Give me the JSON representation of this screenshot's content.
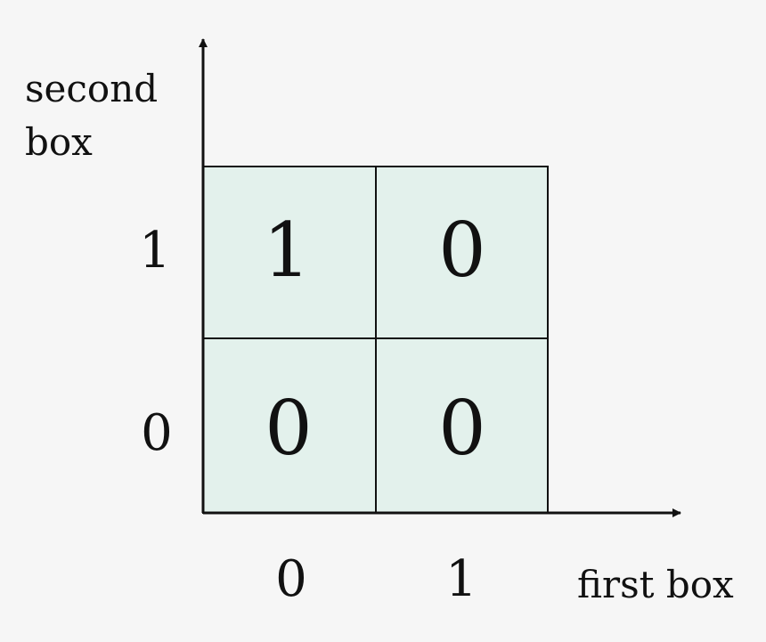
{
  "axes": {
    "x_title": "first box",
    "y_title_line1": "second",
    "y_title_line2": "box",
    "x_ticks": [
      "0",
      "1"
    ],
    "y_ticks": [
      "0",
      "1"
    ]
  },
  "grid": {
    "cells": [
      {
        "first": "0",
        "second": "1",
        "value": "1"
      },
      {
        "first": "1",
        "second": "1",
        "value": "0"
      },
      {
        "first": "0",
        "second": "0",
        "value": "0"
      },
      {
        "first": "1",
        "second": "0",
        "value": "0"
      }
    ]
  },
  "colors": {
    "background": "#f6f6f6",
    "cell_fill": "#e3f1ec",
    "line": "#111111"
  }
}
